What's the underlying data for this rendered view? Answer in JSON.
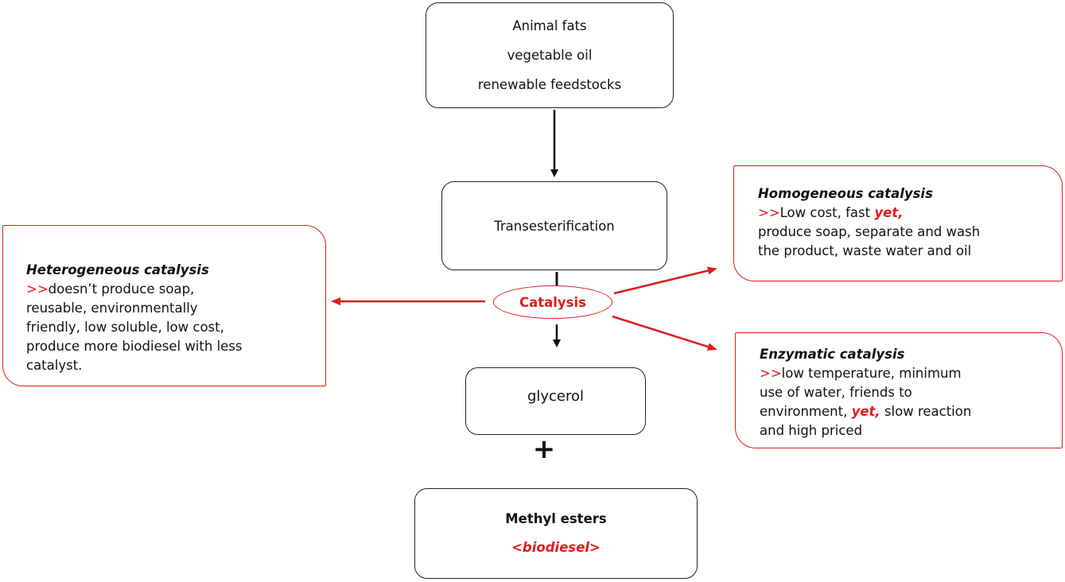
{
  "feedstock": {
    "lines": [
      "Animal fats",
      "vegetable oil",
      "renewable feedstocks"
    ]
  },
  "process": {
    "label": "Transesterification"
  },
  "catalysis": {
    "label": "Catalysis"
  },
  "glycerol": {
    "label": "glycerol"
  },
  "plus": {
    "symbol": "+"
  },
  "product": {
    "title": "Methyl esters",
    "subtitle": "<biodiesel>"
  },
  "heterogeneous": {
    "title": "Heterogeneous catalysis",
    "marker": ">>",
    "text_1": "doesn’t produce soap,",
    "text_2": "reusable, environmentally",
    "text_3": "friendly, low soluble, low cost,",
    "text_4": "produce more biodiesel with less",
    "text_5": "catalyst."
  },
  "homogeneous": {
    "title": "Homogeneous catalysis",
    "marker": ">>",
    "text_1a": "Low cost, fast ",
    "yet": "yet,",
    "text_2": "produce soap, separate and wash",
    "text_3": "the product, waste water and oil"
  },
  "enzymatic": {
    "title": "Enzymatic catalysis",
    "marker": ">>",
    "text_1": "low temperature, minimum",
    "text_2": "use of water, friends to",
    "text_3a": "environment, ",
    "yet": "yet,",
    "text_3b": " slow reaction",
    "text_4": "and high priced"
  },
  "colors": {
    "accent": "#e01c1c",
    "line": "#111111"
  }
}
